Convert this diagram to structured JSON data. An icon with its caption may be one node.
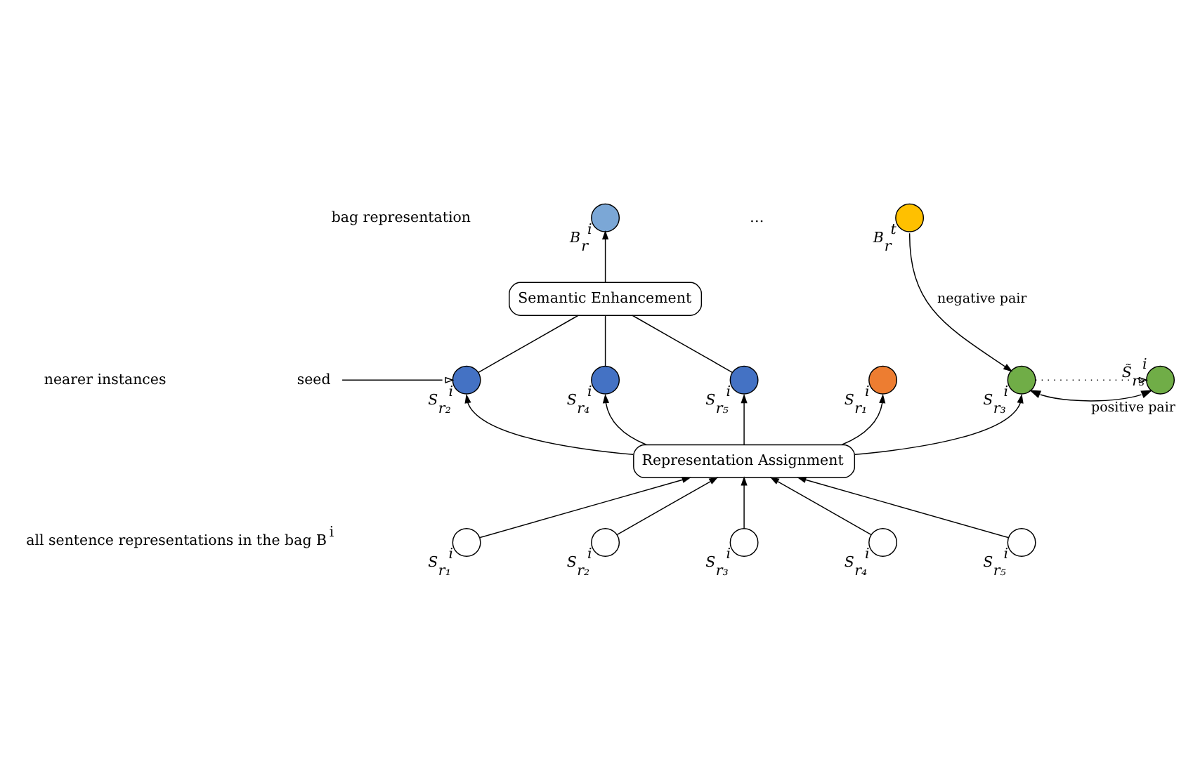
{
  "diagram": {
    "nodes": [
      {
        "text": [],
        "shape": "circle",
        "beside": [
          "B$_{r}$$^{i}$"
        ]
      },
      {
        "text": [],
        "shape": "circle",
        "beside": [
          "B$_{r}$$^{t}$"
        ]
      },
      {
        "text": [
          "Semantic Enhancement"
        ]
      },
      {
        "text": [],
        "shape": "circle",
        "beside": [
          "S$_{r₂}$$^{i}$"
        ]
      },
      {
        "text": [],
        "shape": "circle",
        "beside": [
          "S$_{r₄}$$^{i}$"
        ]
      },
      {
        "text": [],
        "shape": "circle",
        "beside": [
          "S$_{r₅}$$^{i}$"
        ]
      },
      {
        "text": [],
        "shape": "circle",
        "beside": [
          "S$_{r₁}$$^{i}$"
        ]
      },
      {
        "text": [],
        "shape": "circle",
        "beside": [
          "S$_{r₃}$$^{i}$"
        ]
      },
      {
        "text": [],
        "shape": "circle",
        "beside": [
          "S̃$_{r₃}$$^{i}$"
        ]
      },
      {
        "text": [
          "Representation Assignment"
        ]
      },
      {
        "text": [],
        "shape": "circle",
        "beside": [
          "S$_{r₁}$$^{i}$"
        ]
      },
      {
        "text": [],
        "shape": "circle",
        "beside": [
          "S$_{r₂}$$^{i}$"
        ]
      },
      {
        "text": [],
        "shape": "circle",
        "beside": [
          "S$_{r₃}$$^{i}$"
        ]
      },
      {
        "text": [],
        "shape": "circle",
        "beside": [
          "S$_{r₄}$$^{i}$"
        ]
      },
      {
        "text": [],
        "shape": "circle",
        "beside": [
          "S$_{r₅}$$^{i}$"
        ]
      },
      {
        "text": [
          "seed"
        ]
      }
    ],
    "edges": [
      {
        "from": 2,
        "to": 0,
        "arrow": "to"
      },
      {
        "from": 3,
        "to": 2,
        "arrow": "none"
      },
      {
        "from": 4,
        "to": 2,
        "arrow": "none"
      },
      {
        "from": 5,
        "to": 2,
        "arrow": "none"
      },
      {
        "from": 15,
        "to": 3,
        "arrow": "to"
      },
      {
        "from": 1,
        "to": 7,
        "arrow": "to",
        "label": "negative pair"
      },
      {
        "from": 7,
        "to": 8,
        "arrow": "both",
        "label": "positive pair"
      },
      {
        "from": 7,
        "to": 8,
        "arrow": "to",
        "style": "dashed"
      },
      {
        "from": 9,
        "to": 3,
        "arrow": "to"
      },
      {
        "from": 9,
        "to": 4,
        "arrow": "to"
      },
      {
        "from": 9,
        "to": 5,
        "arrow": "to"
      },
      {
        "from": 9,
        "to": 6,
        "arrow": "to"
      },
      {
        "from": 9,
        "to": 7,
        "arrow": "to"
      },
      {
        "from": 10,
        "to": 9,
        "arrow": "to"
      },
      {
        "from": 11,
        "to": 9,
        "arrow": "to"
      },
      {
        "from": 12,
        "to": 9,
        "arrow": "to"
      },
      {
        "from": 13,
        "to": 9,
        "arrow": "to"
      },
      {
        "from": 14,
        "to": 9,
        "arrow": "to"
      }
    ],
    "labels": [
      "bag representation",
      "…",
      "nearer instances",
      "all sentence representations in the bag B$^{i}$"
    ]
  }
}
